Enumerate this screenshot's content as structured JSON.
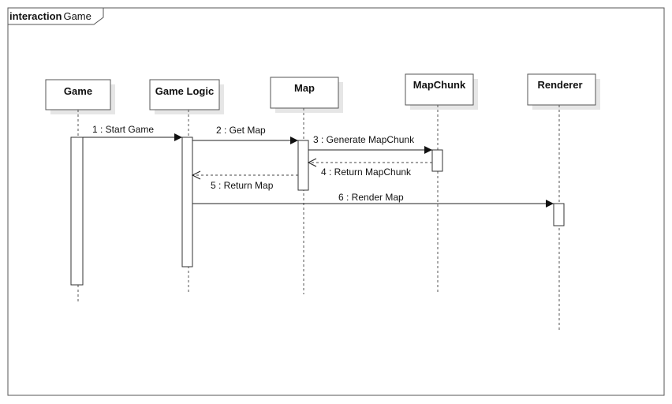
{
  "interaction": {
    "keyword": "interaction",
    "name": "Game"
  },
  "lifelines": [
    {
      "id": "game",
      "label": "Game"
    },
    {
      "id": "logic",
      "label": "Game Logic"
    },
    {
      "id": "map",
      "label": "Map"
    },
    {
      "id": "chunk",
      "label": "MapChunk"
    },
    {
      "id": "renderer",
      "label": "Renderer"
    }
  ],
  "messages": [
    {
      "num": "1",
      "label": "1 : Start Game",
      "from": "game",
      "to": "logic",
      "kind": "sync"
    },
    {
      "num": "2",
      "label": "2 : Get Map",
      "from": "logic",
      "to": "map",
      "kind": "sync"
    },
    {
      "num": "3",
      "label": "3 : Generate MapChunk",
      "from": "map",
      "to": "chunk",
      "kind": "sync"
    },
    {
      "num": "4",
      "label": "4 : Return MapChunk",
      "from": "chunk",
      "to": "map",
      "kind": "return"
    },
    {
      "num": "5",
      "label": "5 : Return Map",
      "from": "map",
      "to": "logic",
      "kind": "return"
    },
    {
      "num": "6",
      "label": "6 : Render Map",
      "from": "logic",
      "to": "renderer",
      "kind": "sync"
    }
  ]
}
